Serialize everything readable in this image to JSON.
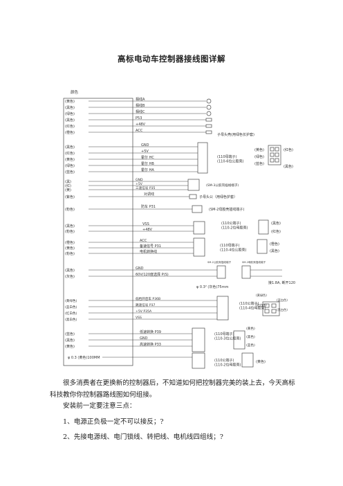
{
  "document": {
    "title": "高标电动车控制器接线图详解",
    "intro_paragraph": "很多消费者在更换新的控制器后，不知道如何把控制器完美的装上去，今天高标科技教你你控制器路线图如何组接。",
    "notice_heading": "安装前一定要注意三点：",
    "list_items": [
      "1、电源正负极一定不可以接反；?",
      "2、先接电源线、电门锁线、转把线、电机线四组线；?"
    ]
  },
  "diagram": {
    "header_label": "颜色",
    "group_power": {
      "colors": [
        "(黄色)",
        "(黑色)",
        "(绿色)",
        "(黑色)",
        "(红色)",
        "(橙色)"
      ],
      "labels": [
        "相线A",
        "相线B",
        "相线C",
        "P53",
        "+48V",
        "ACC"
      ],
      "note": "子母头壳(用绿色长护套)"
    },
    "group_hall": {
      "colors": [
        "(黑色)",
        "(红色)",
        "(黄色)",
        "(绿色)",
        "(蓝色)"
      ],
      "labels": [
        "GND",
        "+5V",
        "霍尔 HC",
        "霍尔 HB",
        "霍尔 HA"
      ],
      "connector_note": "(110母端子)\n(110-6位公胶壳)",
      "right_colors": [
        "(黄色)",
        "(绿色)",
        "(蓝色)"
      ],
      "far_right_colors": [
        "(红色)",
        "(黑色)"
      ]
    },
    "group_throttle": {
      "colors": [
        "(黑)",
        "(红)",
        "(黄)"
      ],
      "labels": [
        "GND",
        "+5V",
        "三速信号 P35"
      ],
      "note": "(SM-3公胶壳插线端子)"
    },
    "group_speed": {
      "color": "(紫色)",
      "label": "对调线",
      "note": "子母头公（用绿色护套）"
    },
    "group_brake": {
      "color": "(粉色)",
      "label": "防车 P31",
      "note": "(SM-2母胶壳插线端子)"
    },
    "group_lamp": {
      "colors": [
        "(黑色)",
        "(粉色)"
      ],
      "labels": [
        "VSS",
        "+48V"
      ],
      "note": "(110公端子)\n(110-2位母胶壳)",
      "right_colors": [
        "(黑色)",
        "(红色)"
      ]
    },
    "group_cruise": {
      "colors": [
        "(橙色)",
        "(黄色)",
        "(粉色)"
      ],
      "labels": [
        "ACC",
        "备速信号 P31",
        "电机转换线"
      ],
      "note": "(110母端子)\n(110-4位公胶壳)",
      "right_colors": [
        "(橙色)",
        "(黑色)"
      ]
    },
    "group_meter": {
      "colors": [
        "(黑色)",
        "(灰色)"
      ],
      "labels": [
        "GND",
        "60V/120度选择  P(S)"
      ],
      "top_notes": [
        "SM-2公胶壳插线端子",
        "SM-2母胶壳插线端子"
      ],
      "wire_spec": "φ 0.3² (灰色)75mm",
      "right_note": "接1.8A, 断开120"
    },
    "group_assist": {
      "colors": [
        "(黄绿色)",
        "(蓝白色)",
        "(红白色)",
        "(黑白色)"
      ],
      "labels": [
        "低档开启车 P36B",
        "跳速信号 P37",
        "+5V P35A",
        "VSS"
      ],
      "note": "(110公端子)\n(110-4位母胶壳)",
      "right_colors": [
        "(黄绿色)",
        "(蓝白色)",
        "(红白色)",
        "(黑白色)"
      ]
    },
    "group_reverse": {
      "colors": [
        "(蓝色)",
        "(黑色)",
        "(黄色)"
      ],
      "labels": [
        "低速转换 P39",
        "GND",
        "高速转换 P33"
      ],
      "note": "(110母端子)\n(110-3位公胶壳)",
      "right_colors": [
        "(黄色)",
        "(黑色)",
        "(蓝色)"
      ]
    },
    "group_bottom": {
      "label": "φ 0.3 (黄色)100MM",
      "note": "(110公端子)\n(110-2位母胶壳)",
      "right_color": "(黄色)"
    }
  }
}
